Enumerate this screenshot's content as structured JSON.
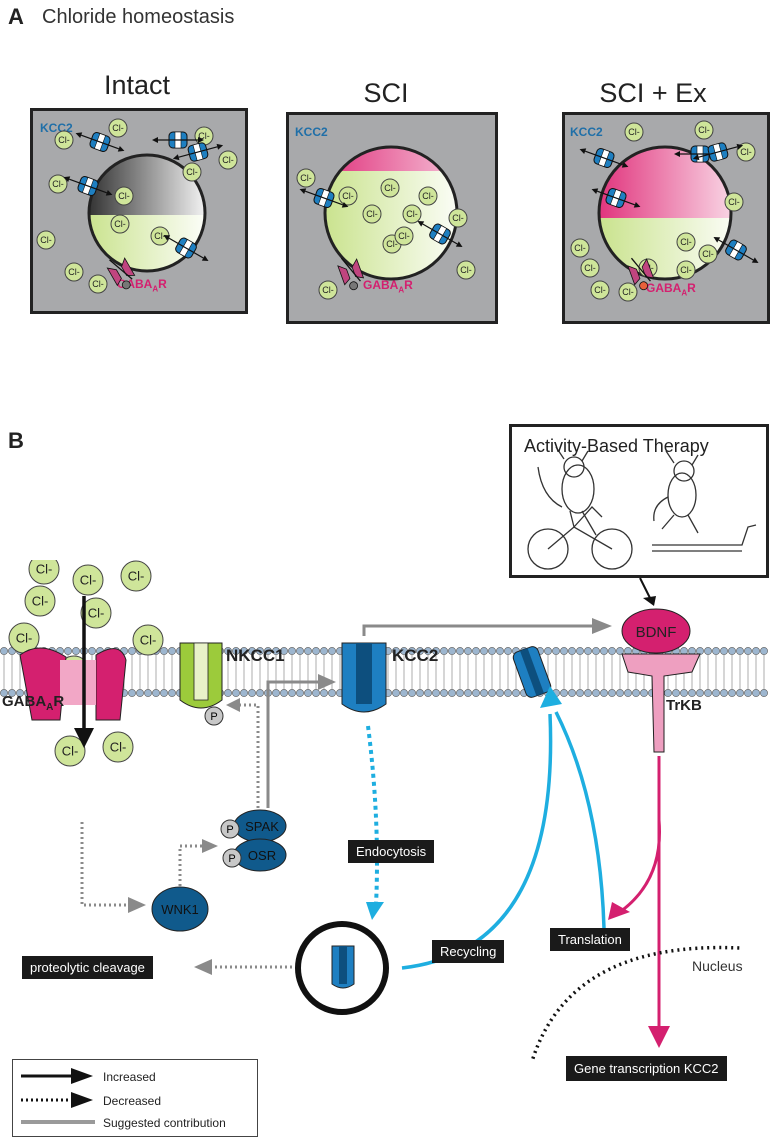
{
  "panelA": {
    "letter": "A",
    "title": "Chloride homeostasis",
    "conditions": [
      {
        "title": "Intact",
        "kcc2_label": "KCC2",
        "gaba_label": "GABA",
        "gaba_sub": "A",
        "gaba_suffix": "R"
      },
      {
        "title": "SCI",
        "kcc2_label": "KCC2",
        "gaba_label": "GABA",
        "gaba_sub": "A",
        "gaba_suffix": "R"
      },
      {
        "title": "SCI + Ex",
        "kcc2_label": "KCC2",
        "gaba_label": "GABA",
        "gaba_sub": "A",
        "gaba_suffix": "R"
      }
    ],
    "ion_label": "Cl-"
  },
  "panelB": {
    "letter": "B",
    "therapy_title": "Activity-Based Therapy",
    "ion_label": "Cl-",
    "gabaar": {
      "main": "GABA",
      "sub": "A",
      "suffix": "R"
    },
    "nkcc1": "NKCC1",
    "kcc2": "KCC2",
    "bdnf": "BDNF",
    "trkb": "TrKB",
    "spak": "SPAK",
    "osr": "OSR",
    "wnk1": "WNK1",
    "phospho": "P",
    "endocytosis": "Endocytosis",
    "recycling": "Recycling",
    "translation": "Translation",
    "proteolytic": "proteolytic cleavage",
    "nucleus": "Nucleus",
    "gene_transcription": "Gene transcription KCC2"
  },
  "legend": {
    "increased": "Increased",
    "decreased": "Decreased",
    "suggested": "Suggested contribution"
  },
  "colors": {
    "box_gray": "#a8a9ab",
    "ion_green": "#cfe59a",
    "kcc2_blue": "#1e7fc1",
    "magenta": "#d4206f",
    "nkcc1_green": "#9ccb3b",
    "dark_blue": "#105a8c",
    "cyan": "#1eaee0"
  }
}
